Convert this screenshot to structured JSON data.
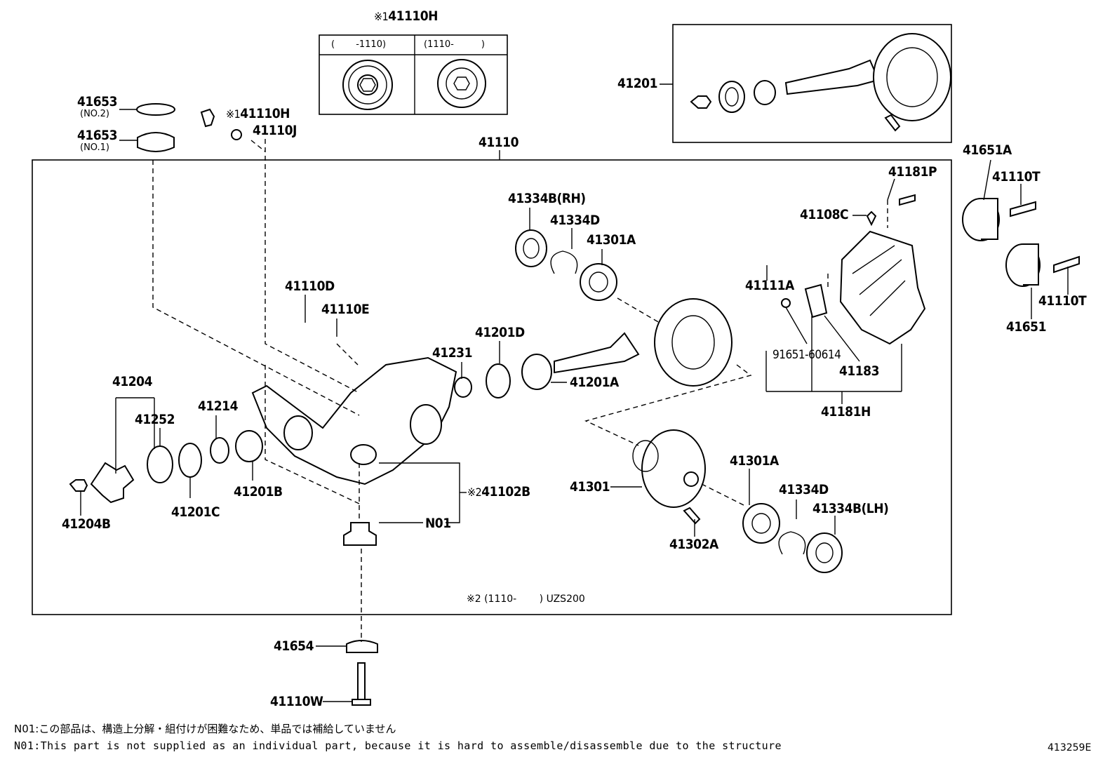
{
  "labels": {
    "l41653a": "41653",
    "no2": "(NO.2)",
    "l41653b": "41653",
    "no1": "(NO.1)",
    "mark1_top": "※1",
    "l41110H_top": "41110H",
    "mark1_mid": "※1",
    "l41110H_mid": "41110H",
    "l41110J": "41110J",
    "l41110": "41110",
    "l41201": "41201",
    "l41651A": "41651A",
    "l41110T_a": "41110T",
    "l41110T_b": "41110T",
    "l41651": "41651",
    "l41181P": "41181P",
    "l41108C": "41108C",
    "l41334B_RH": "41334B(RH)",
    "l41334D_a": "41334D",
    "l41301A_a": "41301A",
    "l41111A": "41111A",
    "l91651": "91651-60614",
    "l41183": "41183",
    "l41181H": "41181H",
    "l41110D": "41110D",
    "l41110E": "41110E",
    "l41201D": "41201D",
    "l41231": "41231",
    "l41201A": "41201A",
    "l41204": "41204",
    "l41252": "41252",
    "l41214": "41214",
    "l41201B": "41201B",
    "l41201C": "41201C",
    "l41204B": "41204B",
    "mark2": "※2",
    "l41102B": "41102B",
    "lN01": "N01",
    "l41301": "41301",
    "l41302A": "41302A",
    "l41301A_b": "41301A",
    "l41334D_b": "41334D",
    "l41334B_LH": "41334B(LH)",
    "l41654": "41654",
    "l41110W": "41110W"
  },
  "inset_header": {
    "left": "(　　 -1110)",
    "right": "(1110-　　　)"
  },
  "box_note": "※2 (1110-　　 ) UZS200",
  "notes": {
    "jp": "N01:この部品は、構造上分解・組付けが困難なため、単品では補給していません",
    "en": "N01:This part is not supplied as an individual part, because it is hard to assemble/disassemble due to the structure"
  },
  "diagram_id": "413259E"
}
